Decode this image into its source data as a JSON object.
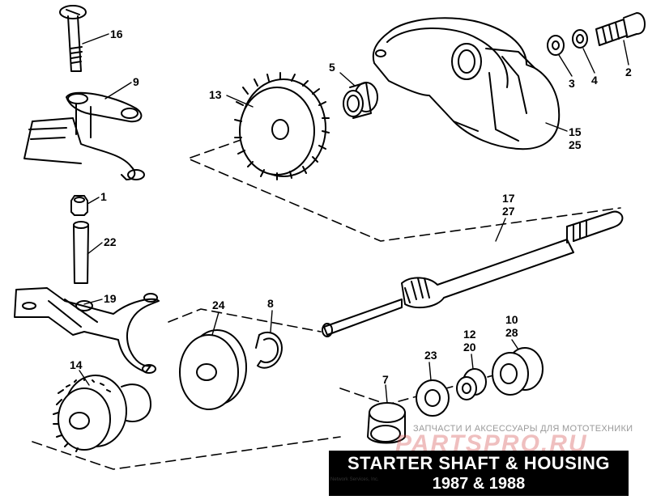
{
  "title": {
    "line1": "STARTER SHAFT & HOUSING",
    "line2": "1987 & 1988"
  },
  "watermark": {
    "text": "ЗАПЧАСТИ И АКСЕССУАРЫ ДЛЯ МОТОТЕХНИКИ",
    "logo": "PARTSPRO.RU"
  },
  "copyright": "Network Services, Inc.",
  "callouts": {
    "c1": "1",
    "c2": "2",
    "c3": "3",
    "c4": "4",
    "c5": "5",
    "c7": "7",
    "c8": "8",
    "c9": "9",
    "c10": "10",
    "c28": "28",
    "c12": "12",
    "c20": "20",
    "c13": "13",
    "c14": "14",
    "c15": "15",
    "c25": "25",
    "c16": "16",
    "c17": "17",
    "c27": "27",
    "c19": "19",
    "c22": "22",
    "c23": "23",
    "c24": "24"
  },
  "colors": {
    "ink": "#000000",
    "paper": "#ffffff",
    "watermark_red": "#d44a4a"
  }
}
